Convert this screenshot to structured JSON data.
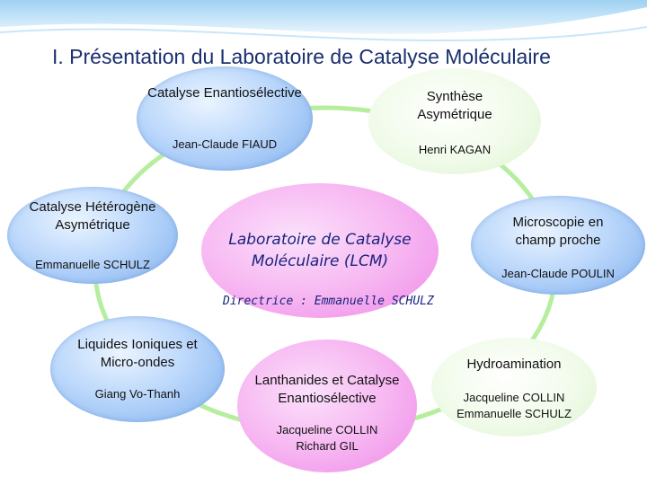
{
  "title": "I.  Présentation du Laboratoire de Catalyse Moléculaire",
  "center": {
    "name": "Laboratoire de Catalyse Moléculaire (LCM)",
    "directrice": "Directrice : Emmanuelle SCHULZ"
  },
  "nodes": {
    "catalyse_enantio": {
      "title": "Catalyse Enantiosélective",
      "person": "Jean-Claude FIAUD"
    },
    "synthese": {
      "title": "Synthèse Asymétrique",
      "person": "Henri KAGAN"
    },
    "heterogene": {
      "title": "Catalyse Hétérogène Asymétrique",
      "person": "Emmanuelle SCHULZ"
    },
    "microscopie": {
      "title": "Microscopie en champ proche",
      "person": "Jean-Claude POULIN"
    },
    "liquides": {
      "title": "Liquides Ioniques et Micro-ondes",
      "person": "Giang Vo-Thanh"
    },
    "lanthanides": {
      "title": "Lanthanides et Catalyse Enantiosélective",
      "person": "Jacqueline COLLIN Richard GIL"
    },
    "hydroamination": {
      "title": "Hydroamination",
      "person": "Jacqueline COLLIN Emmanuelle SCHULZ"
    }
  },
  "colors": {
    "title": "#1a2f6e",
    "ring": "#b6ee9e",
    "bubble_blue": "#a8c8f5",
    "bubble_pink": "#f5a9ee",
    "bubble_green": "#e6f7dc",
    "center_text": "#1a237e"
  }
}
